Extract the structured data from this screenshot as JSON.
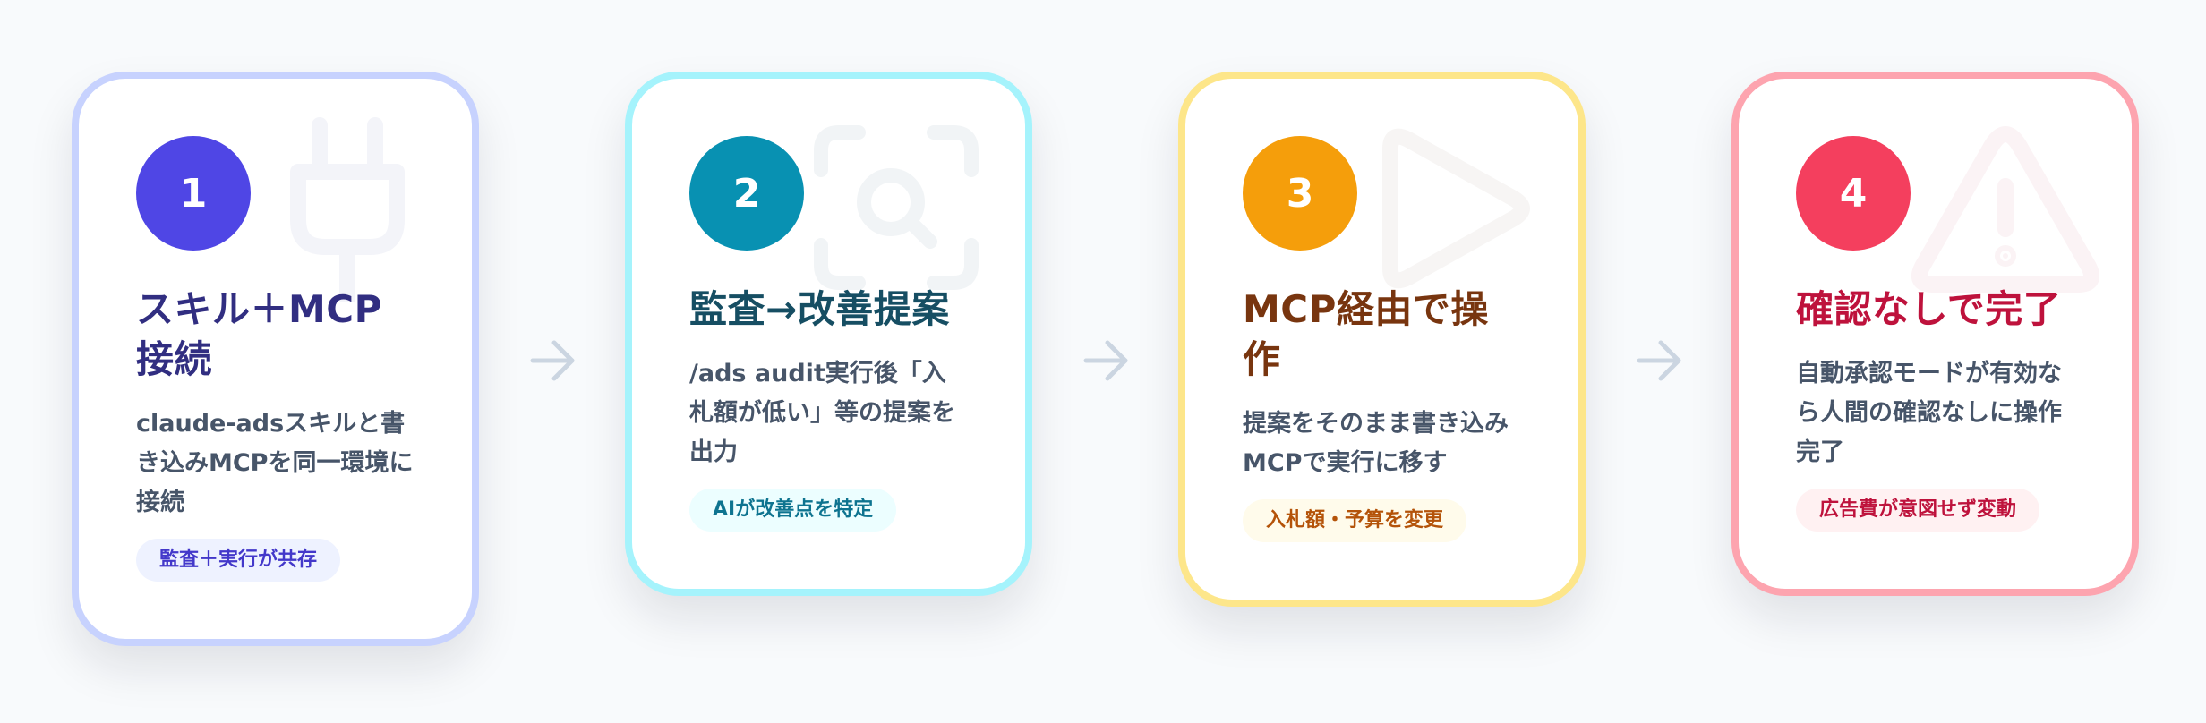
{
  "steps": [
    {
      "number": "1",
      "title": "スキル＋MCP接続",
      "description": "claude-adsスキルと書き込みMCPを同一環境に接続",
      "badge": "監査＋実行が共存",
      "icon": "plug-icon",
      "colors": {
        "border": "#c7d2fe",
        "circle": "#4f46e5",
        "title": "#312e81",
        "badge_bg": "#eef2ff",
        "badge_text": "#4338ca",
        "icon": "#f3f4f9"
      }
    },
    {
      "number": "2",
      "title": "監査→改善提案",
      "description": "/ads audit実行後「入札額が低い」等の提案を出力",
      "badge": "AIが改善点を特定",
      "icon": "scan-search-icon",
      "colors": {
        "border": "#a5f3fc",
        "circle": "#0891b2",
        "title": "#164e63",
        "badge_bg": "#ecfeff",
        "badge_text": "#0e7490",
        "icon": "#f2f4f6"
      }
    },
    {
      "number": "3",
      "title": "MCP経由で操作",
      "description": "提案をそのまま書き込みMCPで実行に移す",
      "badge": "入札額・予算を変更",
      "icon": "play-icon",
      "colors": {
        "border": "#fde68a",
        "circle": "#f59e0b",
        "title": "#78350f",
        "badge_bg": "#fffbeb",
        "badge_text": "#b45309",
        "icon": "#f7f5f4"
      }
    },
    {
      "number": "4",
      "title": "確認なしで完了",
      "description": "自動承認モードが有効なら人間の確認なしに操作完了",
      "badge": "広告費が意図せず変動",
      "icon": "warning-icon",
      "colors": {
        "border": "#fda4af",
        "circle": "#f43f5e",
        "title": "#be123c",
        "badge_bg": "#fff1f2",
        "badge_text": "#be123c",
        "icon": "#fbf3f5"
      }
    }
  ],
  "connector": {
    "icon": "arrow-right-icon",
    "color": "#cbd5e1"
  }
}
